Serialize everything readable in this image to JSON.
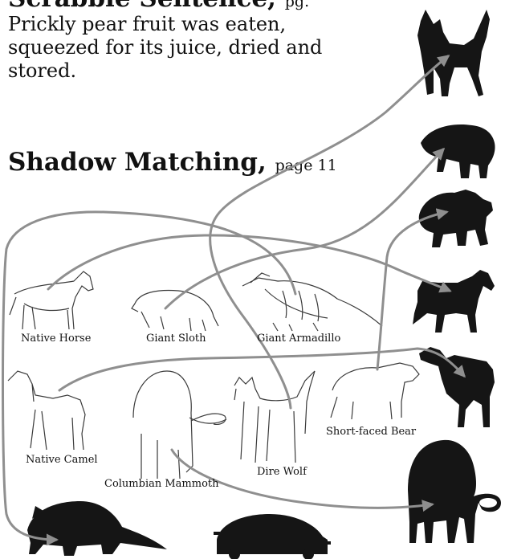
{
  "page": {
    "top_heading": "Scrabble Sentence,",
    "top_heading_page": "pg.",
    "intro_text": "Prickly pear fruit was eaten, squeezed for its juice, dried and stored.",
    "section_title": "Shadow Matching,",
    "section_page": "page 11"
  },
  "animals": [
    {
      "id": "native-horse",
      "label": "Native Horse"
    },
    {
      "id": "giant-sloth",
      "label": "Giant Sloth"
    },
    {
      "id": "giant-armadillo",
      "label": "Giant Armadillo"
    },
    {
      "id": "native-camel",
      "label": "Native Camel"
    },
    {
      "id": "columbian-mammoth",
      "label": "Columbian Mammoth"
    },
    {
      "id": "dire-wolf",
      "label": "Dire Wolf"
    },
    {
      "id": "short-faced-bear",
      "label": "Short-faced Bear"
    }
  ],
  "shadows": [
    {
      "id": "shadow-wolf",
      "icon": "wolf-silhouette"
    },
    {
      "id": "shadow-sloth",
      "icon": "sloth-silhouette"
    },
    {
      "id": "shadow-bear",
      "icon": "bear-silhouette"
    },
    {
      "id": "shadow-horse",
      "icon": "horse-silhouette"
    },
    {
      "id": "shadow-camel",
      "icon": "camel-silhouette"
    },
    {
      "id": "shadow-mammoth",
      "icon": "mammoth-silhouette"
    },
    {
      "id": "shadow-armadillo",
      "icon": "armadillo-silhouette"
    },
    {
      "id": "shadow-car",
      "icon": "car-silhouette"
    }
  ],
  "matches": [
    {
      "from": "Dire Wolf",
      "to": "shadow-wolf"
    },
    {
      "from": "Giant Sloth",
      "to": "shadow-sloth"
    },
    {
      "from": "Short-faced Bear",
      "to": "shadow-bear"
    },
    {
      "from": "Native Horse",
      "to": "shadow-horse"
    },
    {
      "from": "Native Camel",
      "to": "shadow-camel"
    },
    {
      "from": "Columbian Mammoth",
      "to": "shadow-mammoth"
    },
    {
      "from": "Giant Armadillo",
      "to": "shadow-armadillo"
    }
  ],
  "colors": {
    "arrow": "#8f8f8f",
    "silhouette": "#151515",
    "sketch": "#3a3a3a"
  }
}
